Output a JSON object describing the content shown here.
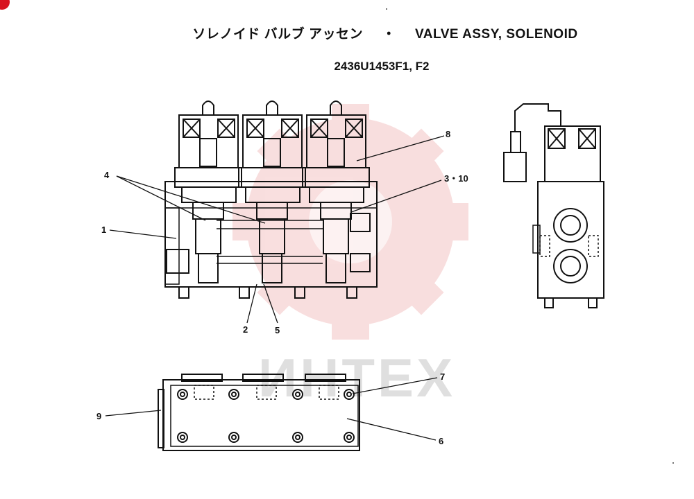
{
  "header": {
    "title_jp": "ソレノイド バルブ アッセン",
    "title_sep": "・",
    "title_en": "VALVE ASSY, SOLENOID",
    "part_number": "2436U1453F1, F2"
  },
  "watermark": {
    "text": "ИНТЕХ",
    "gear_color": "#f4c4c4",
    "text_color": "#b9b9b9"
  },
  "colors": {
    "line": "#111111",
    "corner_mark": "#d8121e"
  },
  "callouts": [
    {
      "id": "c1",
      "label": "1"
    },
    {
      "id": "c2",
      "label": "2"
    },
    {
      "id": "c3",
      "label": "3・10"
    },
    {
      "id": "c4",
      "label": "4"
    },
    {
      "id": "c5",
      "label": "5"
    },
    {
      "id": "c6",
      "label": "6"
    },
    {
      "id": "c7",
      "label": "7"
    },
    {
      "id": "c8",
      "label": "8"
    },
    {
      "id": "c9",
      "label": "9"
    }
  ]
}
